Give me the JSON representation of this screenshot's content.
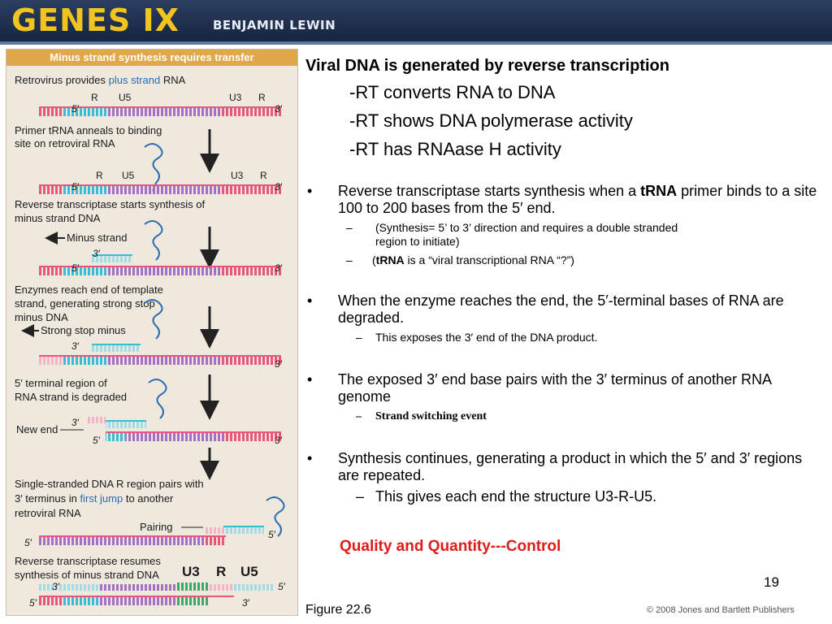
{
  "header": {
    "logo": "GENES IX",
    "author": "BENJAMIN LEWIN"
  },
  "figure": {
    "title": "Minus strand synthesis requires transfer",
    "step1": {
      "pre": "Retrovirus provides ",
      "highlight": "plus strand",
      "post": " RNA"
    },
    "step2": [
      "Primer tRNA anneals to binding",
      "site on retroviral RNA"
    ],
    "step3": [
      "Reverse transcriptase starts synthesis of",
      "minus strand DNA"
    ],
    "step4": [
      "Enzymes reach end of template",
      "strand, generating strong stop",
      "minus DNA"
    ],
    "step5": [
      "5′ terminal region of",
      "RNA strand is degraded"
    ],
    "step6": {
      "line1": "Single-stranded DNA R region pairs with",
      "pre": "3′ terminus in ",
      "highlight": "first jump",
      "post": " to another",
      "line3": "retroviral RNA"
    },
    "step7": [
      "Reverse transcriptase resumes",
      "synthesis of minus strand DNA"
    ],
    "labels": {
      "r": "R",
      "u5": "U5",
      "u3": "U3",
      "five": "5′",
      "three": "3′",
      "minus_strand": "Minus strand",
      "strong_stop": "Strong stop minus",
      "new_end": "New end",
      "pairing": "Pairing"
    },
    "final_labels": {
      "u3": "U3",
      "r": "R",
      "u5": "U5"
    }
  },
  "content": {
    "heading": "Viral DNA is generated by reverse transcription",
    "points": [
      "-RT converts RNA to DNA",
      "-RT shows DNA polymerase activity",
      "-RT has  RNAase H activity"
    ],
    "bullet1": {
      "pre": "Reverse transcriptase starts synthesis when a ",
      "bold": "tRNA",
      "post": " primer binds to a site 100 to 200 bases from the 5′ end."
    },
    "sub1a": "(Synthesis= 5’ to 3’ direction and  requires a double stranded region to initiate)",
    "sub1b": {
      "pre": "(",
      "bold": "tRNA",
      "post": " is a “viral  transcriptional RNA “?”)"
    },
    "bullet2": "When the enzyme reaches the end, the 5′-terminal bases of RNA are degraded.",
    "sub2": "This exposes the 3′ end of the DNA product.",
    "bullet3": "The exposed 3′ end base pairs with the 3′ terminus of another RNA genome",
    "sub3": "Strand switching event",
    "bullet4": "Synthesis continues, generating a product in which the 5′ and 3′ regions are repeated.",
    "sub4": "This gives each end the structure U3-R-U5.",
    "quality": "Quality and Quantity---Control",
    "page_number": "19",
    "figure_caption": "Figure 22.6",
    "copyright": "© 2008 Jones and Bartlett Publishers",
    "bullet_glyph": "•",
    "dash_glyph": "–"
  },
  "colors": {
    "rna_pink": "#e8577b",
    "rna_light": "#f4b3c6",
    "rna_cyan": "#3bbcd6",
    "rna_purple": "#a46fc6",
    "dna_green": "#3da86a",
    "dna_lightcyan": "#9fdbe8",
    "header_gold": "#f2c41d",
    "quality_red": "#e11b1b"
  }
}
